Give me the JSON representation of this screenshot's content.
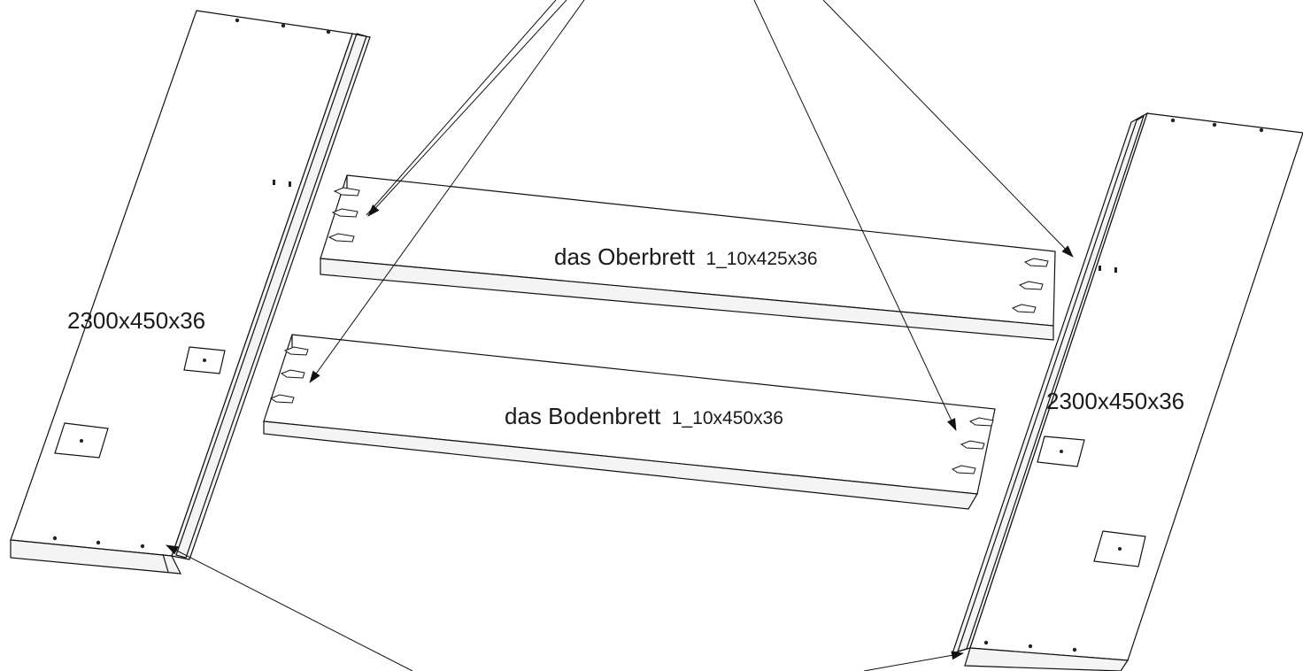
{
  "labels": {
    "left_panel": "2300x450x36",
    "right_panel": "2300x450x36",
    "top_board_name": "das Oberbrett",
    "top_board_dims": "1_10x425x36",
    "bottom_board_name": "das Bodenbrett",
    "bottom_board_dims": "1_10x450x36"
  },
  "colors": {
    "line": "#111111",
    "background": "#ffffff"
  }
}
